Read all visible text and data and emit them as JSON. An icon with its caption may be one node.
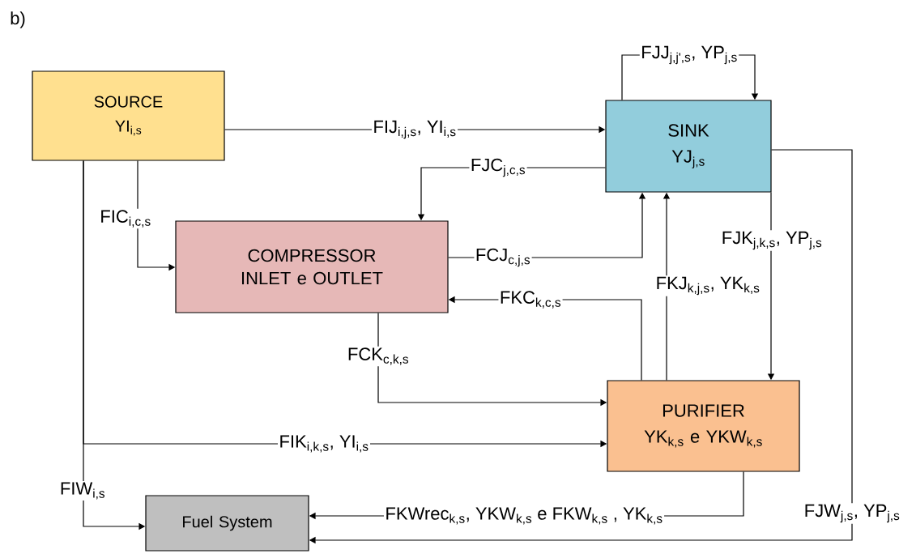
{
  "diagram": {
    "nodes": [
      {
        "text": [
          "SOURCE",
          "YI$_{i,s}$"
        ]
      },
      {
        "text": [
          "SINK",
          "YJ$_{j,s}$"
        ]
      },
      {
        "text": [
          "COMPRESSOR INLET e OUTLET"
        ]
      },
      {
        "text": [
          "PURIFIER",
          "YK$_{k,s}$ e YKW$_{k,s}$"
        ]
      },
      {
        "text": [
          "Fuel System"
        ]
      }
    ],
    "edges": [
      {
        "from": 0,
        "to": 1,
        "arrow": "to",
        "label": "FIJ$_{i,j,s}$, YI$_{i,s}$"
      },
      {
        "from": 1,
        "to": 1,
        "arrow": "to",
        "label": "FJJ$_{j,j',s}$, YP$_{j,s}$"
      },
      {
        "from": 1,
        "to": 2,
        "arrow": "to",
        "label": "FJC$_{j,c,s}$"
      },
      {
        "from": 0,
        "to": 2,
        "arrow": "to",
        "label": "FIC$_{i,c,s}$"
      },
      {
        "from": 2,
        "to": 1,
        "arrow": "to",
        "label": "FCJ$_{c,j,s}$"
      },
      {
        "from": 3,
        "to": 2,
        "arrow": "to",
        "label": "FKC$_{k,c,s}$"
      },
      {
        "from": 3,
        "to": 1,
        "arrow": "to",
        "label": "FKJ$_{k,j,s}$, YK$_{k,s}$"
      },
      {
        "from": 1,
        "to": 3,
        "arrow": "to",
        "label": "FJK$_{j,k,s}$, YP$_{j,s}$"
      },
      {
        "from": 2,
        "to": 3,
        "arrow": "to",
        "label": "FCK$_{c,k,s}$"
      },
      {
        "from": 0,
        "to": 3,
        "arrow": "to",
        "label": "FIK$_{i,k,s}$, YI$_{i,s}$"
      },
      {
        "from": 0,
        "to": 4,
        "arrow": "to",
        "label": "FIW$_{i,s}$"
      },
      {
        "from": 3,
        "to": 4,
        "arrow": "to",
        "label": "FKWrec$_{k,s}$, YKW$_{k,s}$ e FKW$_{k,s}$ , YK$_{k,s}$"
      },
      {
        "from": 1,
        "to": 4,
        "arrow": "to",
        "label": "FJW$_{j,s}$, YP$_{j,s}$"
      }
    ],
    "labels": [
      "b)"
    ]
  }
}
